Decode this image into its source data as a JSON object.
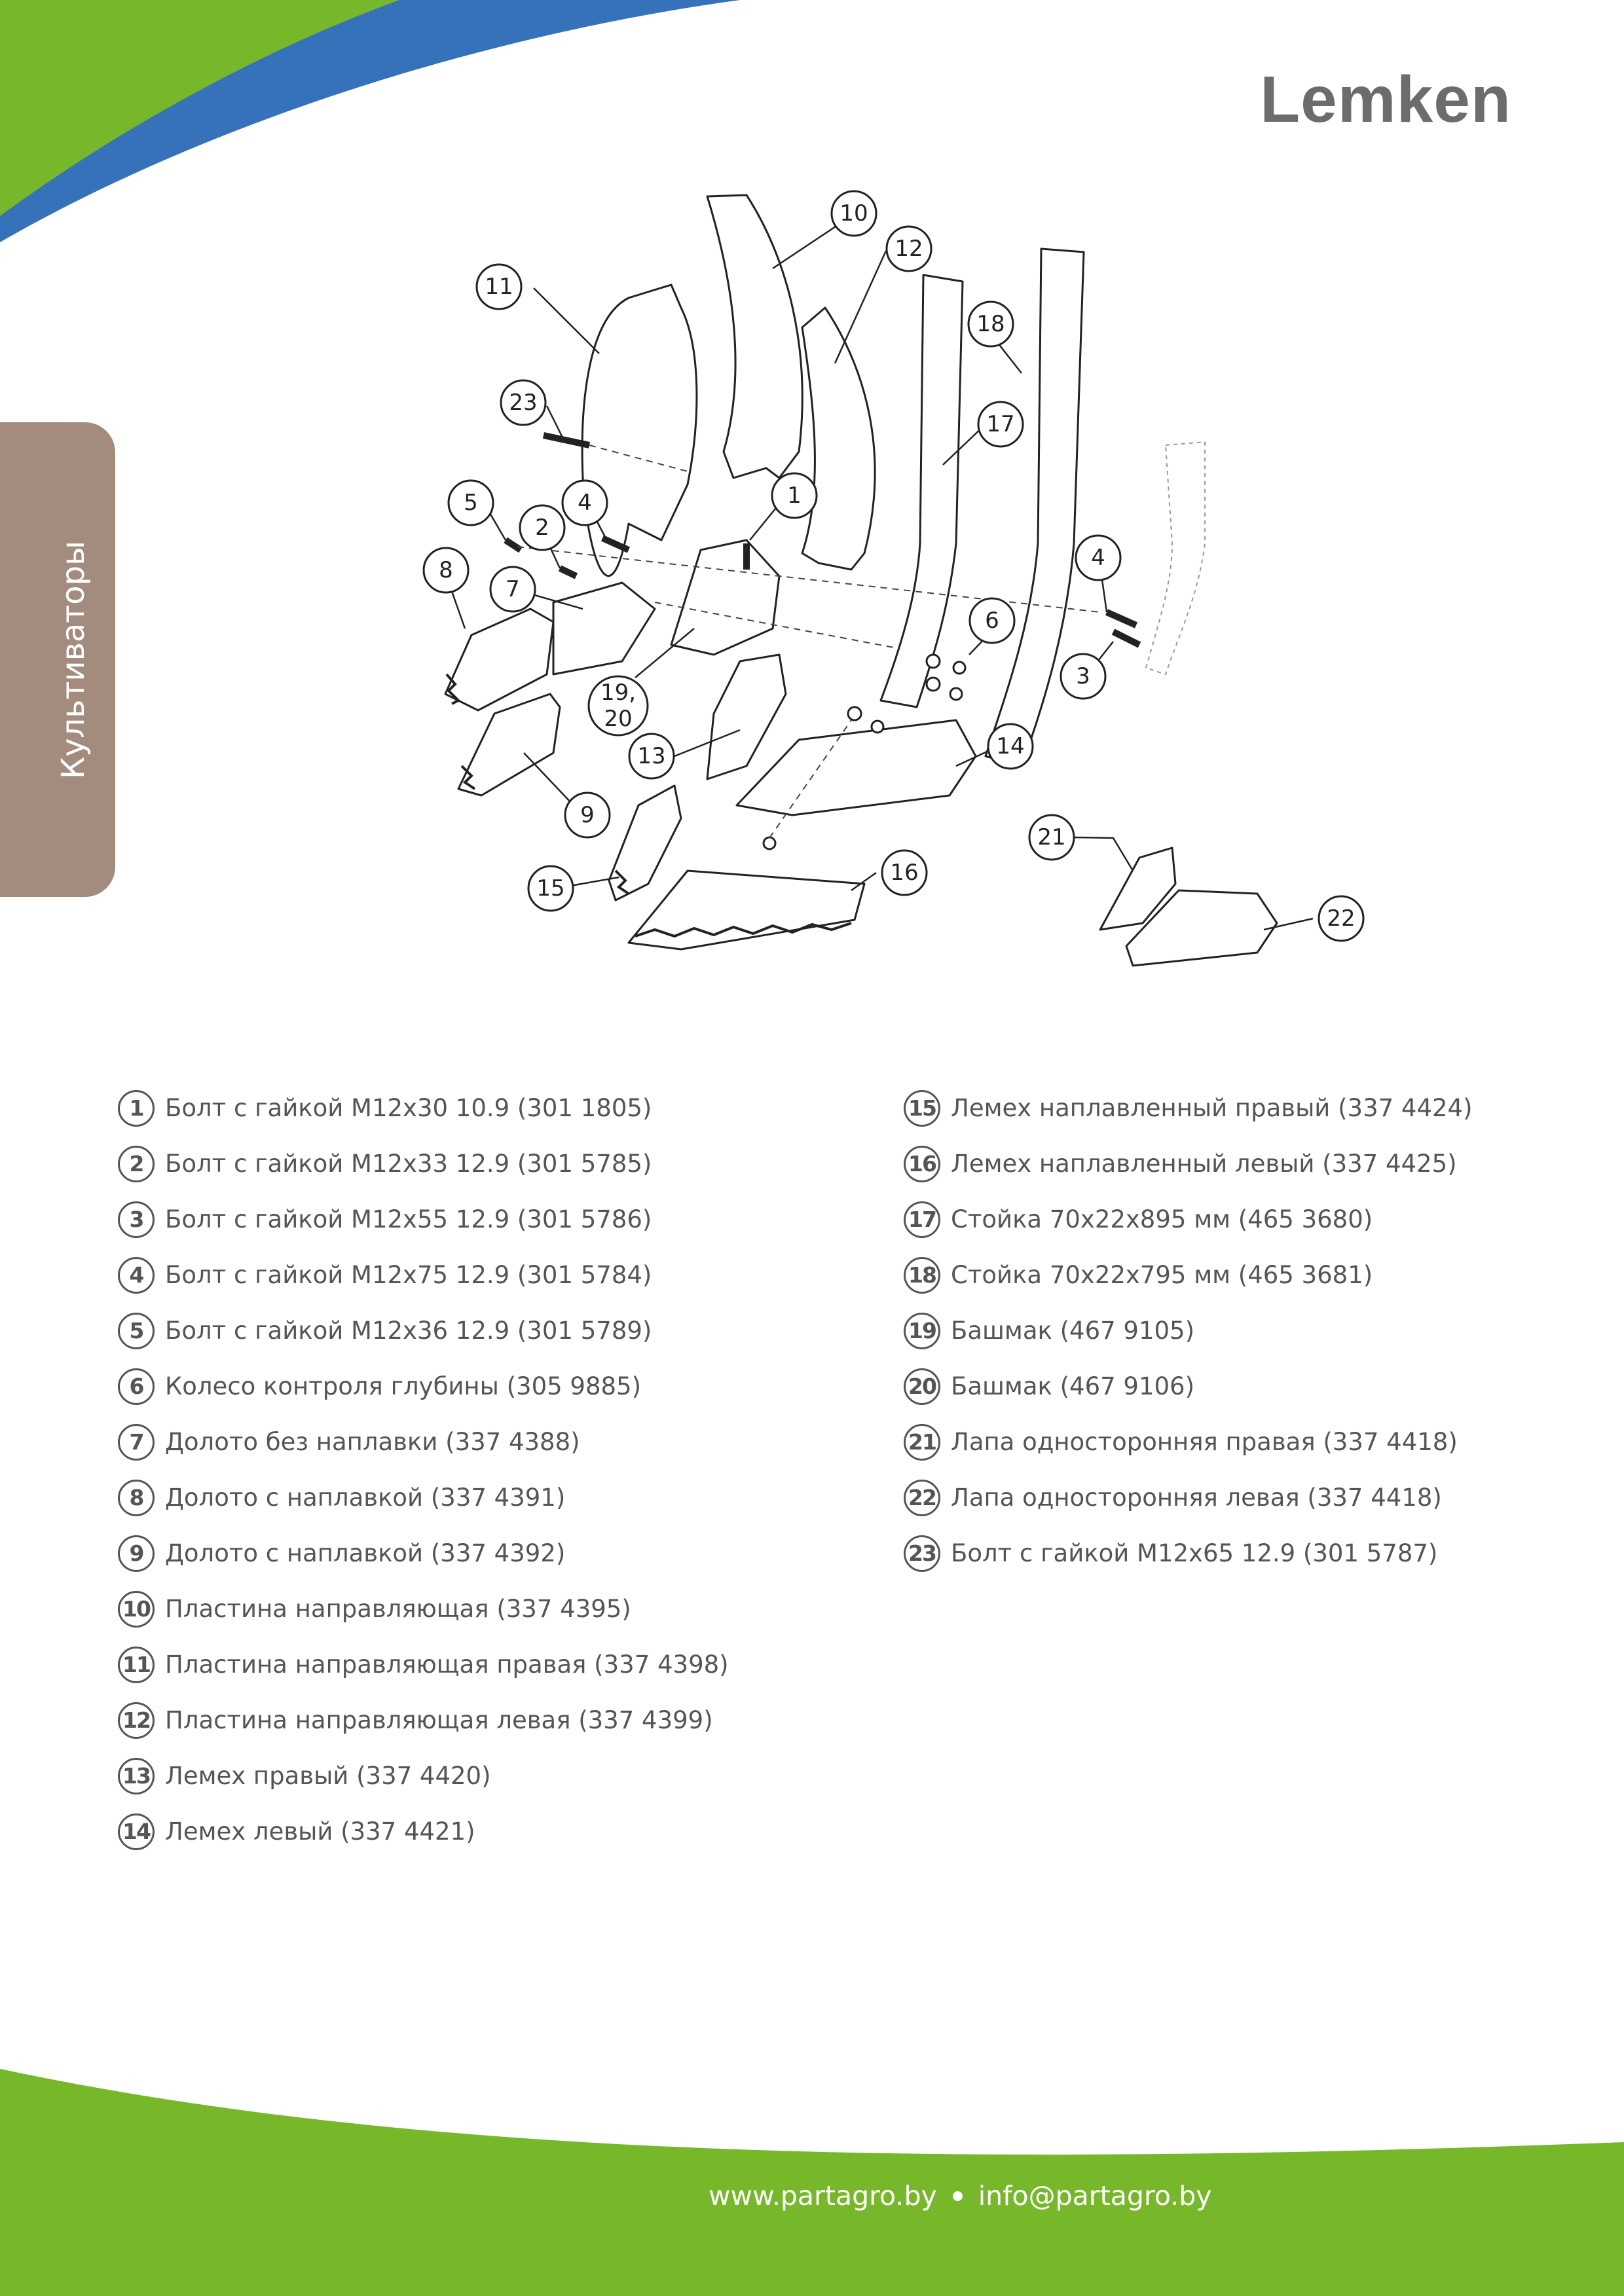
{
  "header": {
    "brand": "Lemken"
  },
  "side_tab": {
    "label": "Культиваторы"
  },
  "diagram_callouts": {
    "c1": "1",
    "c2": "2",
    "c3": "3",
    "c4a": "4",
    "c4b": "4",
    "c5": "5",
    "c6": "6",
    "c7": "7",
    "c8": "8",
    "c9": "9",
    "c10": "10",
    "c11": "11",
    "c12": "12",
    "c13": "13",
    "c14": "14",
    "c15": "15",
    "c16": "16",
    "c17": "17",
    "c18": "18",
    "c19_line1": "19,",
    "c19_line2": "20",
    "c21": "21",
    "c22": "22",
    "c23": "23"
  },
  "parts_left": [
    {
      "num": "1",
      "text": "Болт с гайкой М12х30 10.9 (301 1805)"
    },
    {
      "num": "2",
      "text": "Болт с гайкой М12х33 12.9 (301 5785)"
    },
    {
      "num": "3",
      "text": "Болт с гайкой М12х55 12.9 (301 5786)"
    },
    {
      "num": "4",
      "text": "Болт с гайкой М12х75 12.9 (301 5784)"
    },
    {
      "num": "5",
      "text": "Болт с гайкой М12х36 12.9 (301 5789)"
    },
    {
      "num": "6",
      "text": "Колесо контроля глубины (305 9885)"
    },
    {
      "num": "7",
      "text": "Долото без наплавки (337 4388)"
    },
    {
      "num": "8",
      "text": "Долото с наплавкой (337 4391)"
    },
    {
      "num": "9",
      "text": "Долото с наплавкой (337 4392)"
    },
    {
      "num": "10",
      "text": "Пластина направляющая (337 4395)"
    },
    {
      "num": "11",
      "text": "Пластина направляющая правая (337 4398)"
    },
    {
      "num": "12",
      "text": "Пластина направляющая левая (337 4399)"
    },
    {
      "num": "13",
      "text": "Лемех правый (337 4420)"
    },
    {
      "num": "14",
      "text": "Лемех левый (337 4421)"
    }
  ],
  "parts_right": [
    {
      "num": "15",
      "text": "Лемех наплавленный правый (337 4424)"
    },
    {
      "num": "16",
      "text": "Лемех наплавленный левый (337 4425)"
    },
    {
      "num": "17",
      "text": "Стойка 70х22х895 мм (465 3680)"
    },
    {
      "num": "18",
      "text": "Стойка 70х22х795 мм (465 3681)"
    },
    {
      "num": "19",
      "text": "Башмак (467 9105)"
    },
    {
      "num": "20",
      "text": "Башмак (467 9106)"
    },
    {
      "num": "21",
      "text": "Лапа односторонняя правая (337 4418)"
    },
    {
      "num": "22",
      "text": "Лапа односторонняя левая (337 4418)"
    },
    {
      "num": "23",
      "text": "Болт с гайкой М12х65 12.9 (301 5787)"
    }
  ],
  "footer": {
    "website": "www.partagro.by",
    "email": "info@partagro.by"
  },
  "colors": {
    "green": "#76b82a",
    "blue": "#3572b9",
    "tab": "#a38c7e",
    "text_gray": "#555555"
  }
}
